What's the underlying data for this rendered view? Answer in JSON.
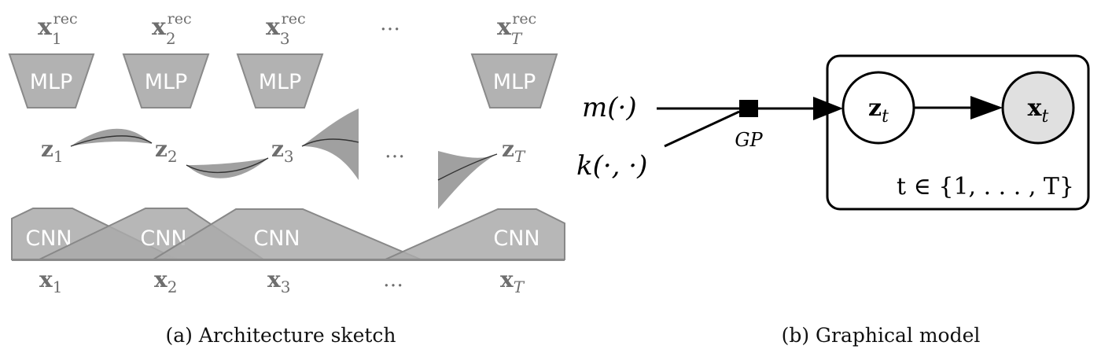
{
  "panel_a": {
    "caption": "(a) Architecture sketch",
    "outputs": [
      {
        "base": "x",
        "sub": "1",
        "sup": "rec"
      },
      {
        "base": "x",
        "sub": "2",
        "sup": "rec"
      },
      {
        "base": "x",
        "sub": "3",
        "sup": "rec"
      },
      {
        "base": "…",
        "sub": "",
        "sup": ""
      },
      {
        "base": "x",
        "sub": "T",
        "sup": "rec"
      }
    ],
    "decoder_label": "MLP",
    "latents": [
      {
        "base": "z",
        "sub": "1"
      },
      {
        "base": "z",
        "sub": "2"
      },
      {
        "base": "z",
        "sub": "3"
      },
      {
        "base": "…",
        "sub": ""
      },
      {
        "base": "z",
        "sub": "T"
      }
    ],
    "encoder_label": "CNN",
    "inputs": [
      {
        "base": "x",
        "sub": "1"
      },
      {
        "base": "x",
        "sub": "2"
      },
      {
        "base": "x",
        "sub": "3"
      },
      {
        "base": "…",
        "sub": ""
      },
      {
        "base": "x",
        "sub": "T"
      }
    ],
    "colors": {
      "block_fill": "#b2b2b2",
      "uncertainty_band": "#a0a0a0",
      "label_gray": "#6e6e6e"
    }
  },
  "panel_b": {
    "caption": "(b) Graphical model",
    "mean_fn": "m(·)",
    "kernel_fn": "k(·, ·)",
    "factor_label": "GP",
    "latent_node": {
      "base": "z",
      "sub": "t"
    },
    "observed_node": {
      "base": "x",
      "sub": "t"
    },
    "plate_label": "t ∈ {1, . . . , T}",
    "colors": {
      "observed_fill": "#e0e0e0",
      "latent_fill": "#ffffff",
      "edge": "#000000"
    }
  }
}
